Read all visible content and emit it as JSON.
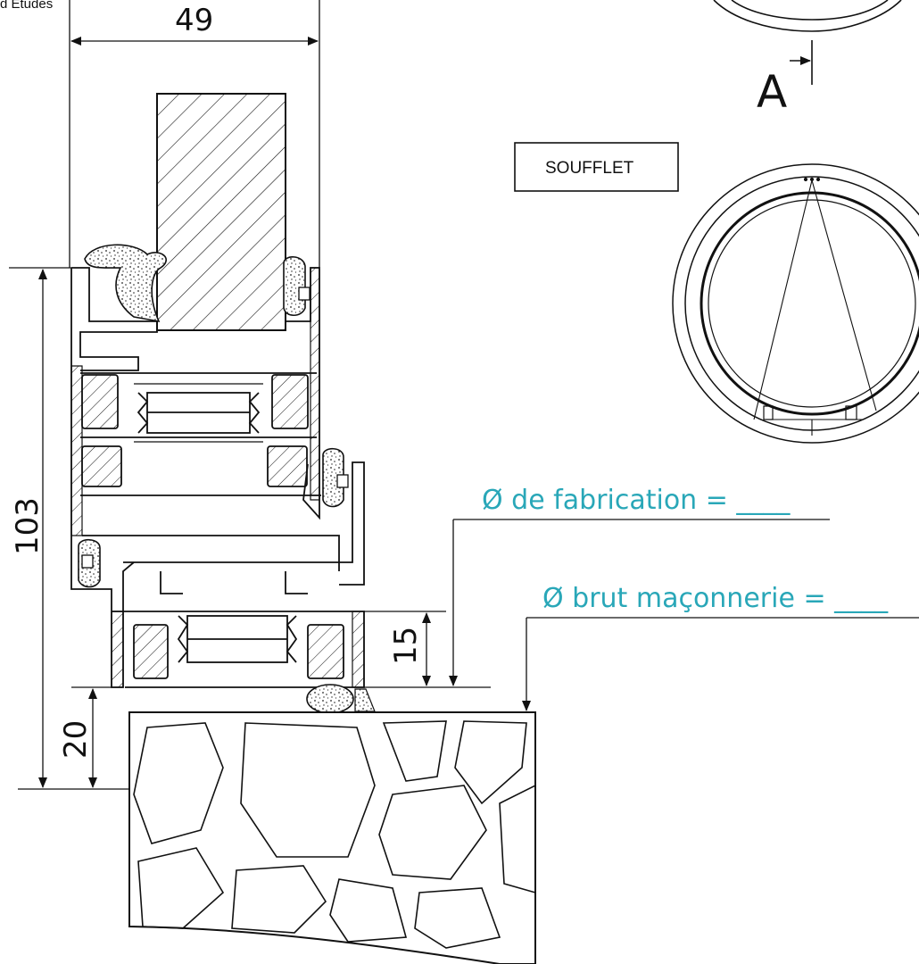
{
  "header": {
    "text": "d Etudes"
  },
  "dimensions": {
    "width_top": "49",
    "height_total": "103",
    "height_bottom": "20",
    "height_right": "15"
  },
  "section_view": {
    "letter": "A"
  },
  "soufflet_box": {
    "label": "SOUFFLET"
  },
  "annotations": {
    "fabrication_label": "Ø de fabrication = ____",
    "brut_label": "Ø brut maçonnerie = ____",
    "accent_color": "#29a7b8"
  }
}
